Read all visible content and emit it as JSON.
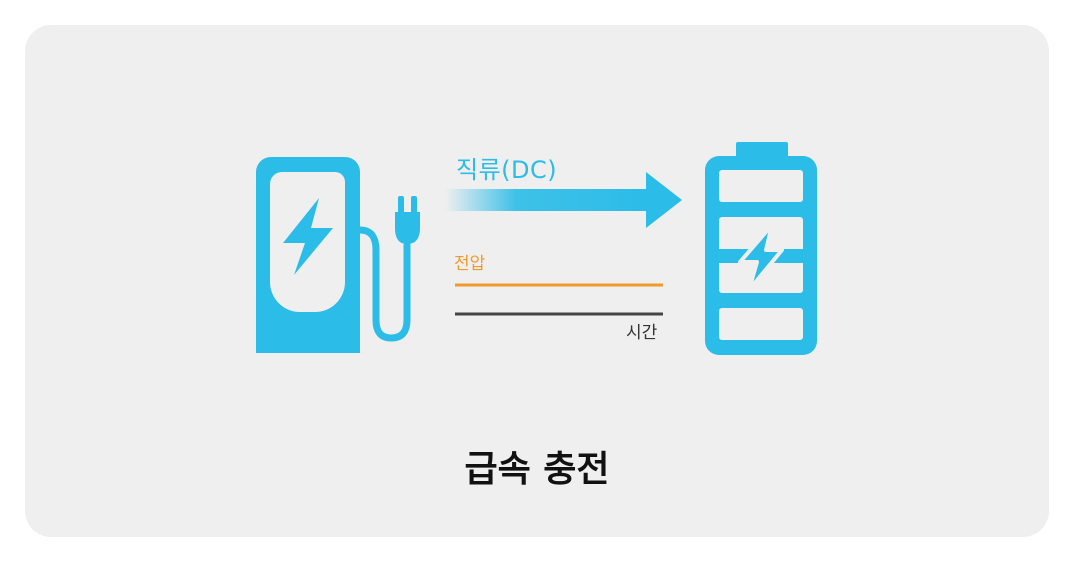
{
  "colors": {
    "accent": "#2bbce8",
    "voltage": "#ef9a2b",
    "time_line": "#444444",
    "card_bg": "#efefef"
  },
  "icons": {
    "charger": "ev-charging-station-icon",
    "plug": "plug-icon",
    "battery": "battery-charging-icon",
    "arrow": "arrow-right-icon"
  },
  "diagram": {
    "current_label": "직류(DC)",
    "voltage_label": "전압",
    "time_label": "시간",
    "caption": "급속 충전"
  }
}
